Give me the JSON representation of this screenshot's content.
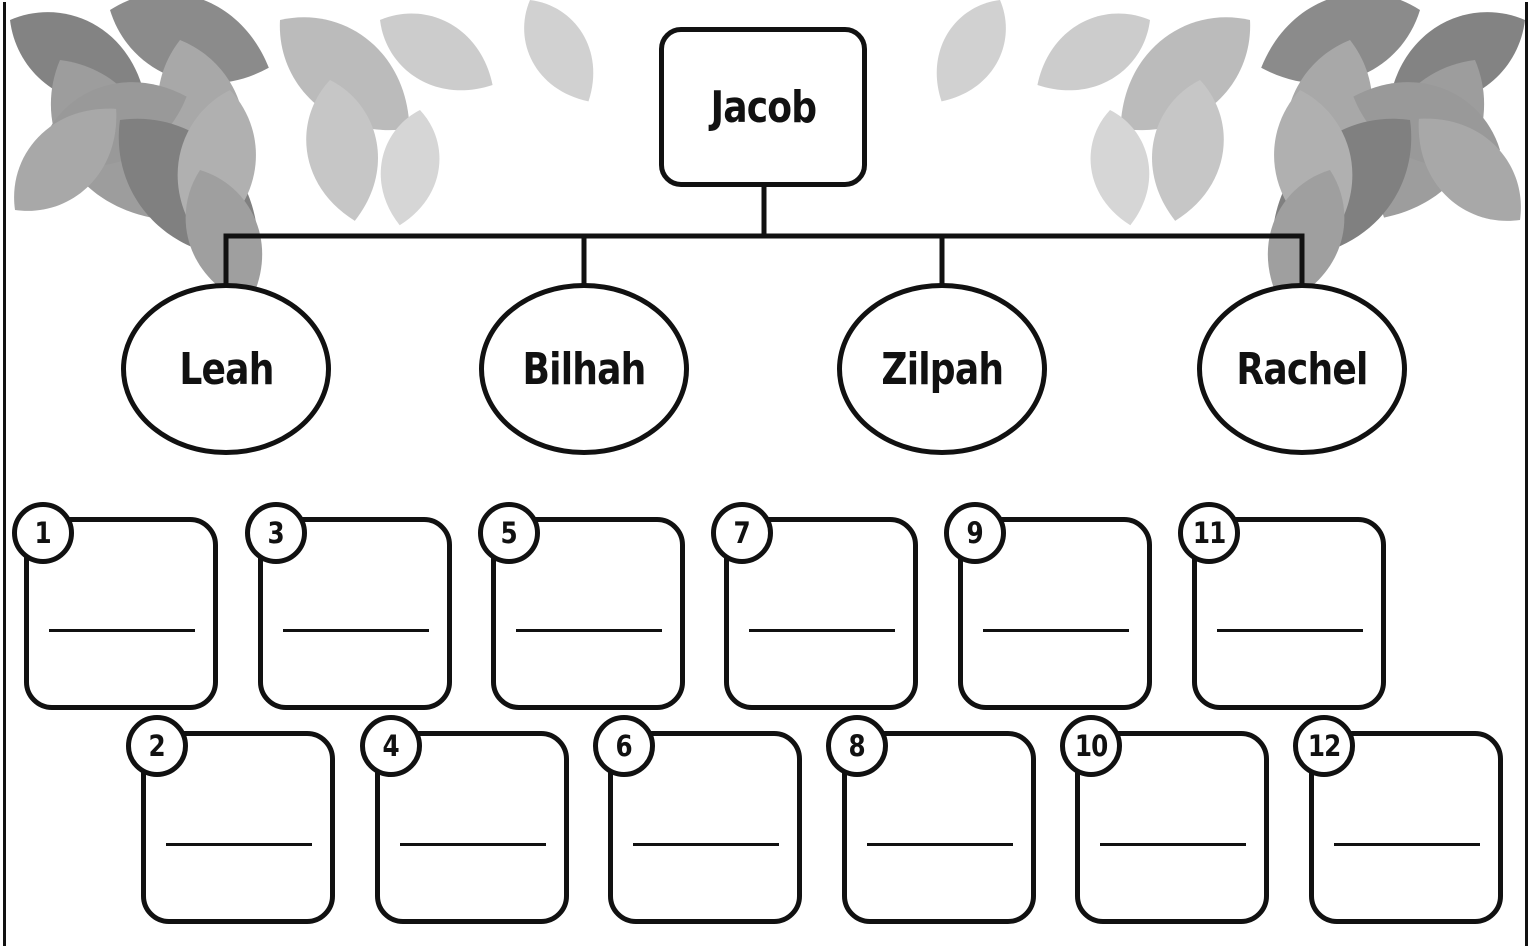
{
  "root": {
    "name": "Jacob"
  },
  "wives": [
    {
      "name": "Leah"
    },
    {
      "name": "Bilhah"
    },
    {
      "name": "Zilpah"
    },
    {
      "name": "Rachel"
    }
  ],
  "sons": [
    {
      "number": "1"
    },
    {
      "number": "2"
    },
    {
      "number": "3"
    },
    {
      "number": "4"
    },
    {
      "number": "5"
    },
    {
      "number": "6"
    },
    {
      "number": "7"
    },
    {
      "number": "8"
    },
    {
      "number": "9"
    },
    {
      "number": "10"
    },
    {
      "number": "11"
    },
    {
      "number": "12"
    }
  ],
  "colors": {
    "ink": "#111111",
    "background": "#ffffff",
    "leaves": "#8a8a8a"
  }
}
